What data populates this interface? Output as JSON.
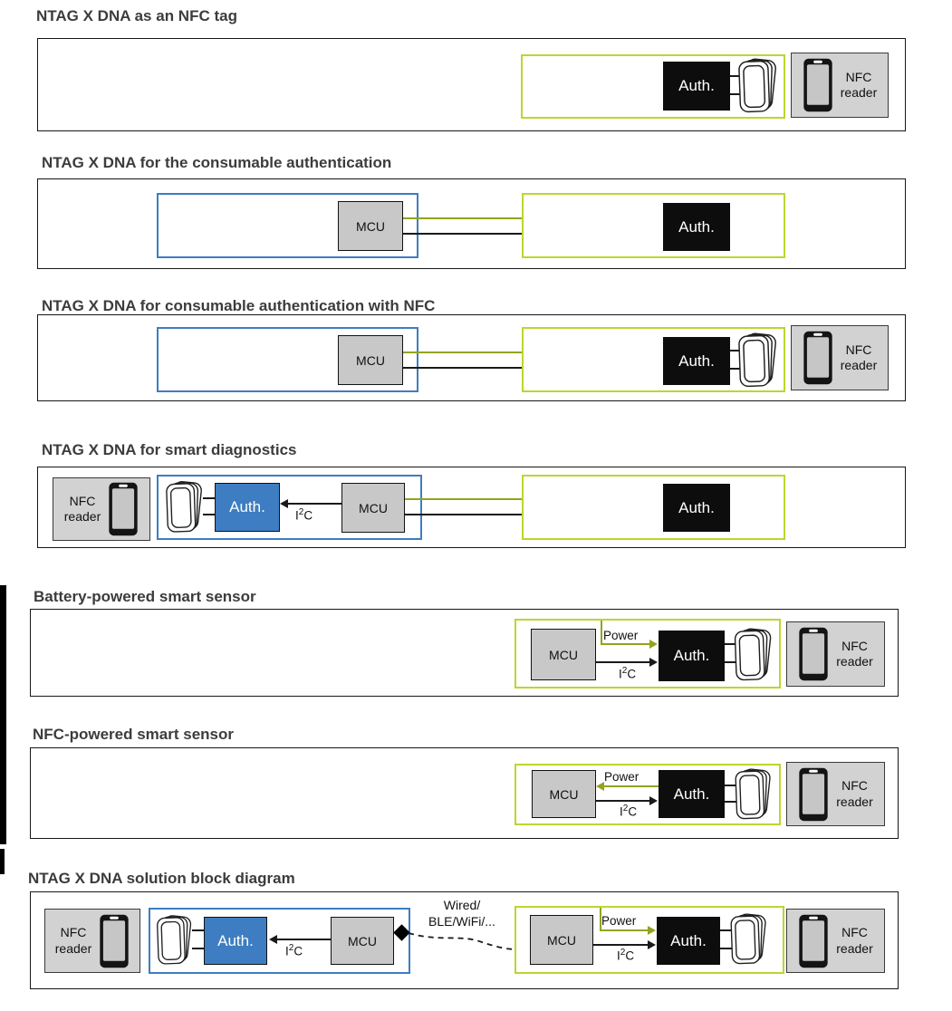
{
  "sections": [
    {
      "title": "NTAG X DNA as an NFC tag"
    },
    {
      "title": "NTAG X DNA for the consumable authentication"
    },
    {
      "title": "NTAG X DNA for consumable authentication with NFC"
    },
    {
      "title": "NTAG X DNA for smart diagnostics"
    },
    {
      "title": "Battery-powered smart sensor"
    },
    {
      "title": "NFC-powered smart sensor"
    },
    {
      "title": "NTAG X DNA solution block diagram"
    }
  ],
  "labels": {
    "auth": "Auth.",
    "mcu": "MCU",
    "nfc_line1": "NFC",
    "nfc_line2": "reader",
    "power": "Power",
    "i2c_i": "I",
    "i2c_2": "2",
    "i2c_c": "C",
    "wired_line1": "Wired/",
    "wired_line2": "BLE/WiFi/..."
  },
  "colors": {
    "lime_border": "#bcd530",
    "power_line": "#94a31f",
    "blue": "#3e7dc1",
    "block_black": "#0d0d0d",
    "mcu_gray": "#c8c8c8",
    "reader_gray": "#d2d2d2",
    "title_gray": "#3c3c3c"
  }
}
